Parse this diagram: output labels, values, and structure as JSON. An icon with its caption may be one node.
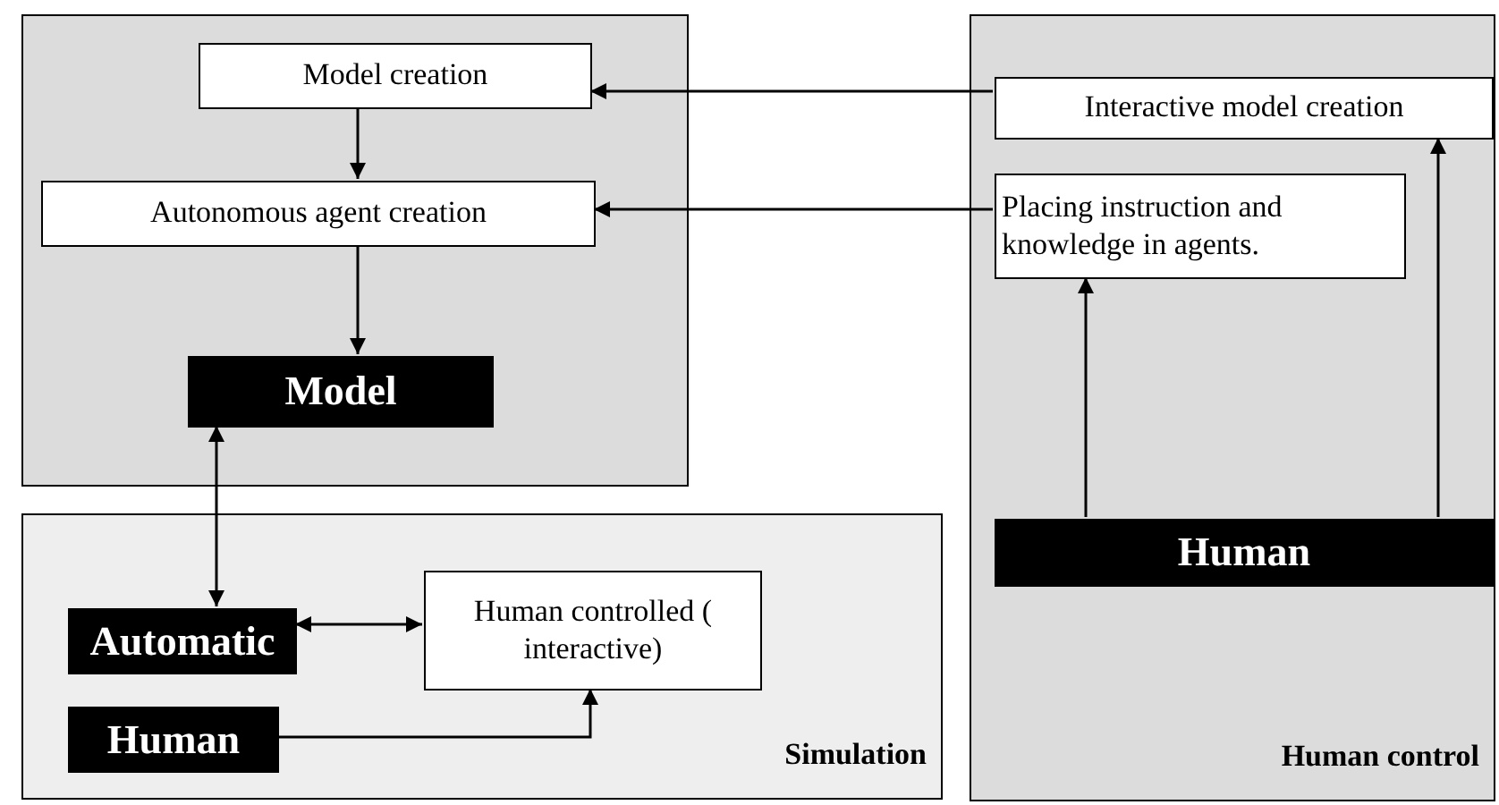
{
  "diagram": {
    "nodes": [
      {
        "text": [],
        "shape": "box"
      },
      {
        "text": [
          "Model creation"
        ],
        "in": 0
      },
      {
        "text": [
          "Autonomous agent creation"
        ],
        "in": 0
      },
      {
        "text": [
          "Model"
        ],
        "in": 0
      },
      {
        "text": [
          "Simulation"
        ]
      },
      {
        "text": [
          "Automatic"
        ],
        "in": 4
      },
      {
        "text": [
          "Human controlled ( interactive)"
        ],
        "in": 4
      },
      {
        "text": [
          "Human"
        ],
        "in": 4
      },
      {
        "text": [
          "Human control"
        ]
      },
      {
        "text": [
          "Interactive model creation"
        ],
        "in": 8
      },
      {
        "text": [
          "Placing instruction and knowledge in agents."
        ],
        "in": 8
      },
      {
        "text": [
          "Human"
        ],
        "in": 8
      }
    ],
    "edges": [
      {
        "from": 9,
        "to": 1,
        "arrow": "to"
      },
      {
        "from": 10,
        "to": 2,
        "arrow": "to"
      },
      {
        "from": 1,
        "to": 2,
        "arrow": "to"
      },
      {
        "from": 2,
        "to": 3,
        "arrow": "to"
      },
      {
        "from": 3,
        "to": 5,
        "arrow": "both"
      },
      {
        "from": 5,
        "to": 6,
        "arrow": "both"
      },
      {
        "from": 7,
        "to": 6,
        "arrow": "to"
      },
      {
        "from": 11,
        "to": 10,
        "arrow": "to"
      },
      {
        "from": 11,
        "to": 9,
        "arrow": "to"
      }
    ]
  }
}
